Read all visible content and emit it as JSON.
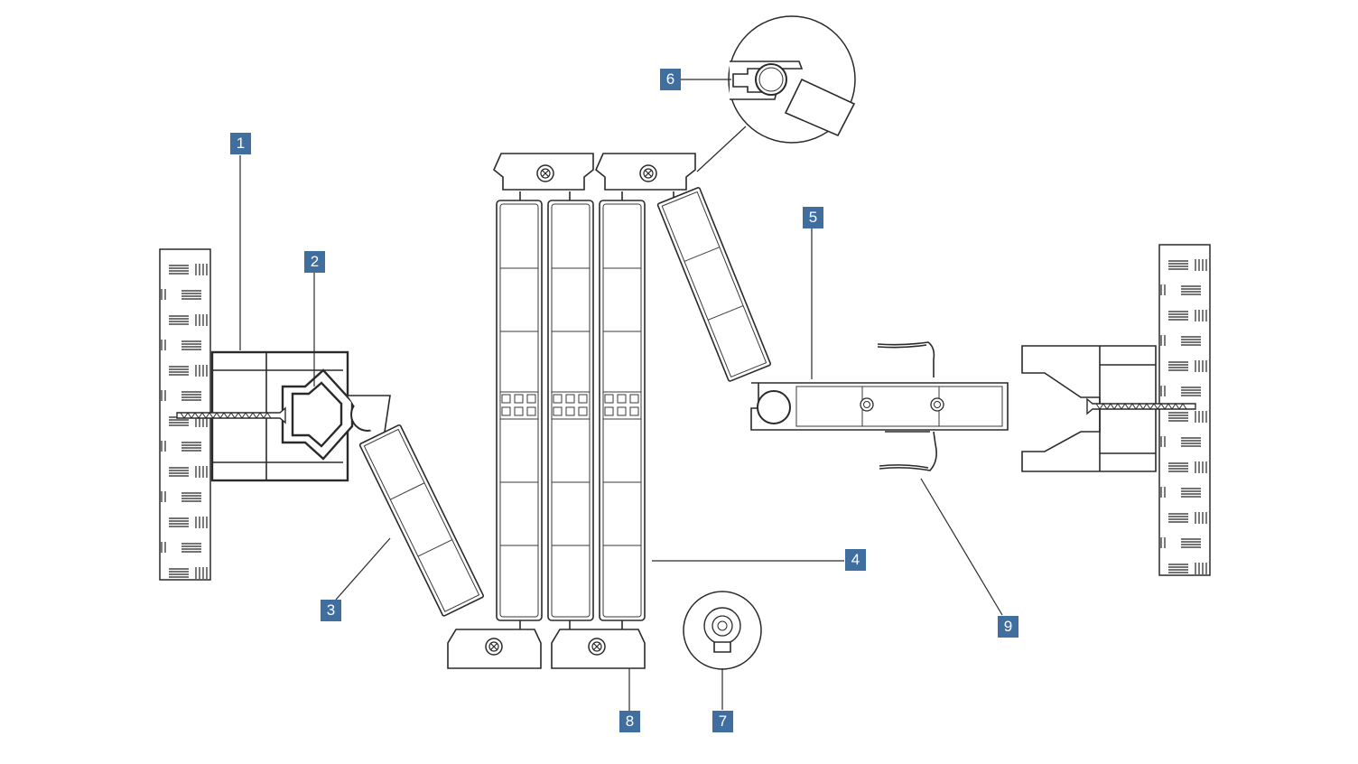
{
  "callouts": [
    {
      "label": "1"
    },
    {
      "label": "2"
    },
    {
      "label": "3"
    },
    {
      "label": "4"
    },
    {
      "label": "5"
    },
    {
      "label": "6"
    },
    {
      "label": "7"
    },
    {
      "label": "8"
    },
    {
      "label": "9"
    }
  ],
  "colors": {
    "callout_fill": "#3f6e9f",
    "line": "#2a2a2a"
  }
}
